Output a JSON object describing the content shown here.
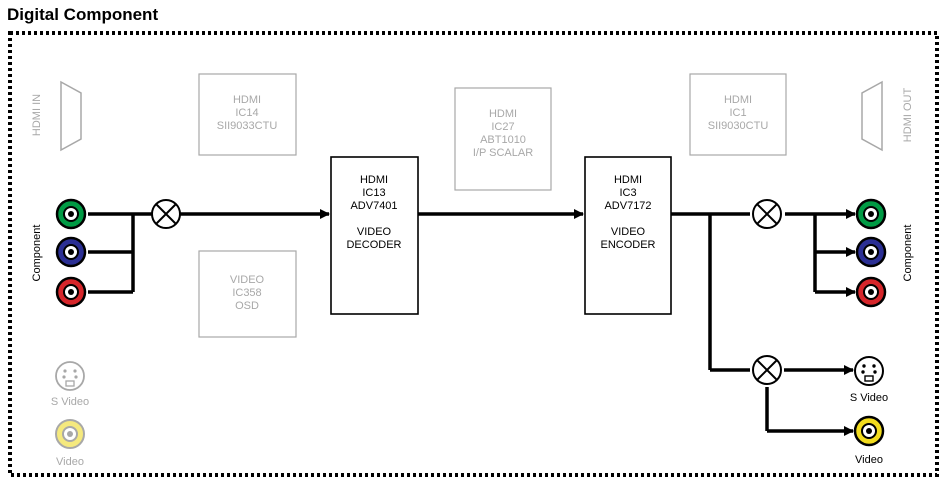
{
  "title": "Digital Component",
  "colors": {
    "active": "#000000",
    "inactive": "#a8a8a8",
    "green": "#009a44",
    "blue": "#2b2f94",
    "red": "#d6262b",
    "yellow": "#f2dc1e"
  },
  "ports": {
    "hdmi_in": "HDMI IN",
    "hdmi_out": "HDMI OUT",
    "component_in": "Component",
    "component_out": "Component",
    "svideo_in": "S Video",
    "svideo_out": "S Video",
    "video_in": "Video",
    "video_out": "Video"
  },
  "chips": {
    "ic14": [
      "HDMI",
      "IC14",
      "SII9033CTU"
    ],
    "ic27": [
      "HDMI",
      "IC27",
      "ABT1010",
      "I/P SCALAR"
    ],
    "ic1": [
      "HDMI",
      "IC1",
      "SII9030CTU"
    ],
    "ic358": [
      "VIDEO",
      "IC358",
      "OSD"
    ],
    "ic13": [
      "HDMI",
      "IC13",
      "ADV7401",
      "",
      "VIDEO",
      "DECODER"
    ],
    "ic3": [
      "HDMI",
      "IC3",
      "ADV7172",
      "",
      "VIDEO",
      "ENCODER"
    ]
  }
}
